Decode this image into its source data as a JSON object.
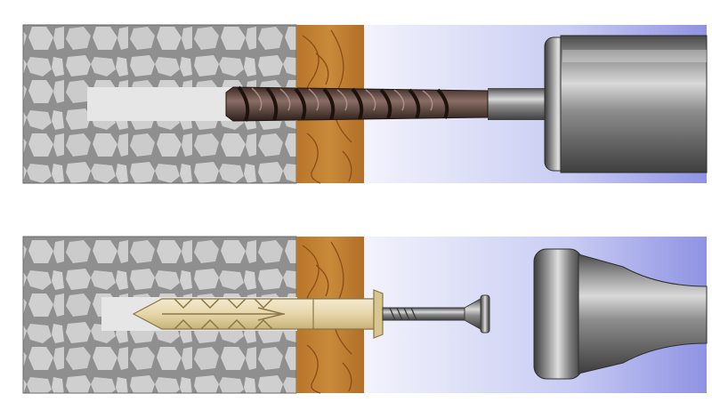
{
  "diagram": {
    "panels": [
      {
        "id": "drilling",
        "parts": [
          "stone-wall",
          "wood-layer",
          "air-space",
          "drill-bit",
          "drill-chuck"
        ]
      },
      {
        "id": "dowel-install",
        "parts": [
          "stone-wall",
          "wood-layer",
          "air-space",
          "plastic-dowel",
          "nail-screw",
          "hammer-head"
        ]
      }
    ]
  }
}
